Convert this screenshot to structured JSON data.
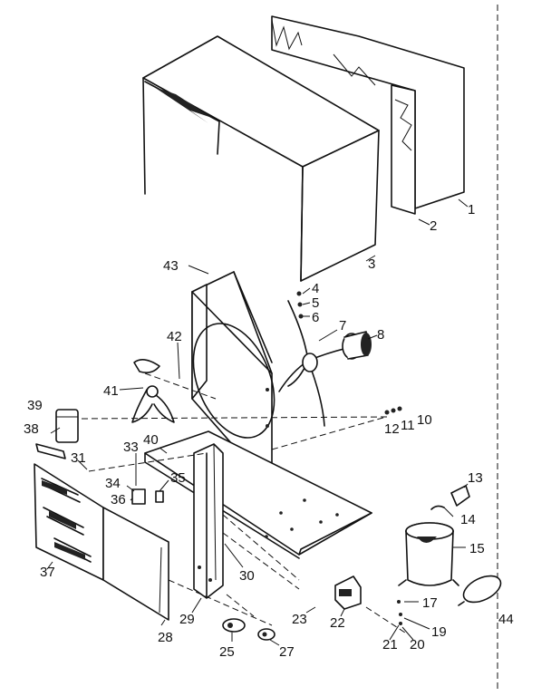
{
  "diagram": {
    "labels": [
      "1",
      "2",
      "3",
      "4",
      "5",
      "6",
      "7",
      "8",
      "10",
      "11",
      "12",
      "13",
      "14",
      "15",
      "17",
      "19",
      "20",
      "21",
      "22",
      "23",
      "25",
      "27",
      "28",
      "29",
      "30",
      "31",
      "33",
      "34",
      "35",
      "36",
      "37",
      "38",
      "39",
      "40",
      "41",
      "42",
      "43",
      "44"
    ]
  }
}
